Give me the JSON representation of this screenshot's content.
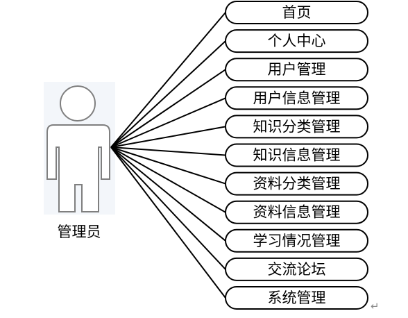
{
  "actor": {
    "label": "管理员",
    "icon": "person-icon"
  },
  "use_cases": [
    {
      "label": "首页"
    },
    {
      "label": "个人中心"
    },
    {
      "label": "用户管理"
    },
    {
      "label": "用户信息管理"
    },
    {
      "label": "知识分类管理"
    },
    {
      "label": "知识信息管理"
    },
    {
      "label": "资料分类管理"
    },
    {
      "label": "资料信息管理"
    },
    {
      "label": "学习情况管理"
    },
    {
      "label": "交流论坛"
    },
    {
      "label": "系统管理"
    }
  ],
  "colors": {
    "actor_outline": "#7f7f7f",
    "box_outline": "#000000",
    "text": "#000000"
  }
}
